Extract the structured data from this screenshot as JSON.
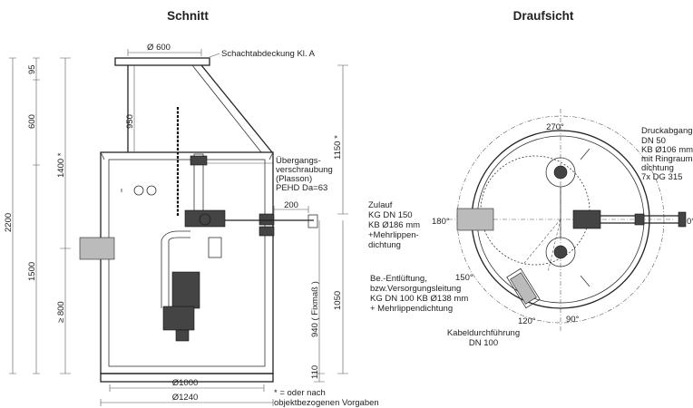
{
  "titles": {
    "section": "Schnitt",
    "plan": "Draufsicht"
  },
  "section": {
    "top_opening": "Ø 600",
    "cover": "Schachtabdeckung Kl. A",
    "dim_950": "950",
    "dim_1150": "1150 *",
    "dim_95": "95",
    "dim_600": "600",
    "dim_1400": "1400 *",
    "dim_2200": "2200",
    "dim_1500": "1500",
    "dim_800": "≥ 800",
    "dim_940": "940 ( Fixmaß )",
    "dim_1050": "1050",
    "dim_110": "110",
    "dim_200": "200",
    "dim_1000": "Ø1000",
    "dim_1240": "Ø1240",
    "fitting": [
      "Übergangs-",
      "verschraubung",
      "(Plasson)",
      "PEHD Da=63"
    ],
    "inlet": [
      "Zulauf",
      "KG DN 150",
      "KB Ø186 mm",
      "+Mehrlippen-",
      "dichtung"
    ],
    "footnote": [
      "* = oder nach",
      "objektbezogenen Vorgaben"
    ]
  },
  "plan": {
    "angle_270": "270°",
    "angle_180": "180°",
    "angle_150": "150°",
    "angle_120": "120°",
    "angle_90": "90°",
    "angle_0": "0°",
    "pressure": [
      "Druckabgang",
      "DN 50",
      "KB Ø106 mm",
      "mit Ringraum-",
      "dichtung",
      "7x DG 315"
    ],
    "vent": [
      "Be.-Entlüftung,",
      "bzw.Versorgungsleitung",
      "KG DN 100 KB Ø138 mm",
      "+ Mehrlippendichtung"
    ],
    "cable": [
      "Kabeldurchführung",
      "DN 100"
    ]
  }
}
